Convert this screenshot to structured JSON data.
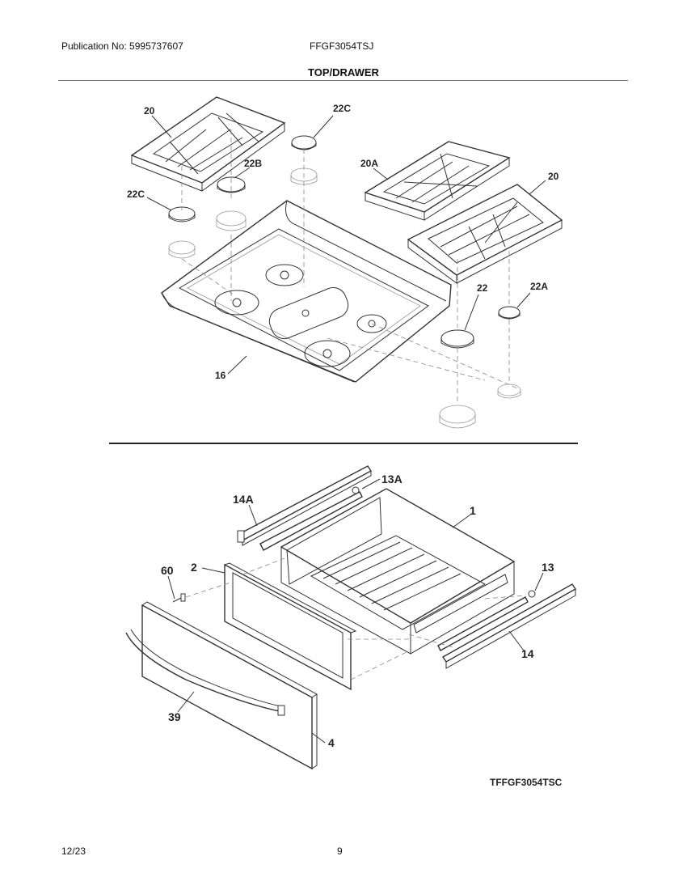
{
  "header": {
    "publication": "Publication No: 5995737607",
    "model": "FFGF3054TSJ",
    "section_title": "TOP/DRAWER"
  },
  "diagram": {
    "code": "TFFGF3054TSC",
    "callouts": {
      "grate_left": "20",
      "cap_top_right": "22C",
      "cap_mid": "22B",
      "cap_left": "22C",
      "grate_mid": "20A",
      "grate_right": "20",
      "cap_large": "22",
      "cap_small": "22A",
      "cooktop": "16",
      "rail_left_front": "14A",
      "rail_left_rear": "13A",
      "drawer_body": "1",
      "drawer_front_frame": "2",
      "screw": "60",
      "rail_right_rear": "13",
      "rail_right_front": "14",
      "handle": "39",
      "drawer_panel": "4"
    }
  },
  "footer": {
    "date": "12/23",
    "page": "9"
  }
}
